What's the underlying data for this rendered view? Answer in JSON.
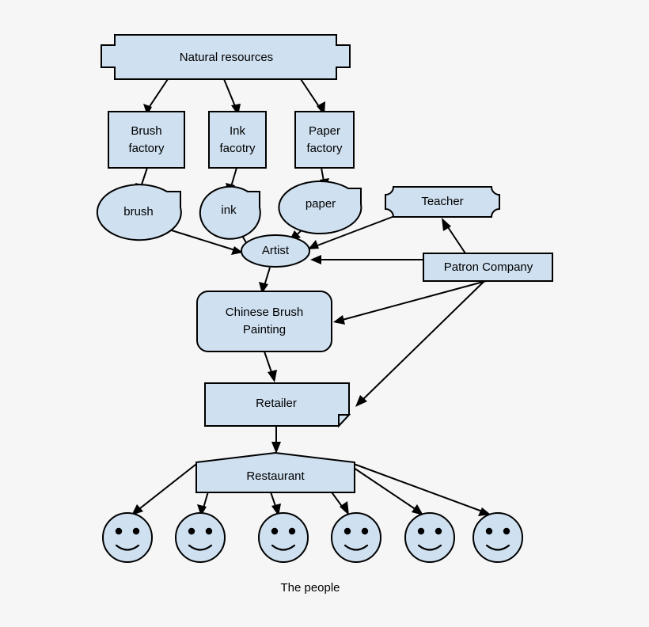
{
  "diagram": {
    "title": "Chinese Brush Painting supply chain flowchart",
    "background_color": "#f6f6f6",
    "node_fill_color": "#cfe0f0",
    "node_stroke_color": "#000000",
    "edge_color": "#000000",
    "caption": "The people",
    "nodes": [
      {
        "id": "natural_resources",
        "label": "Natural resources",
        "shape": "component-tabbed"
      },
      {
        "id": "brush_factory",
        "label_line1": "Brush",
        "label_line2": "factory",
        "shape": "rect"
      },
      {
        "id": "ink_factory",
        "label_line1": "Ink",
        "label_line2": "facotry",
        "shape": "rect"
      },
      {
        "id": "paper_factory",
        "label_line1": "Paper",
        "label_line2": "factory",
        "shape": "rect"
      },
      {
        "id": "brush",
        "label": "brush",
        "shape": "ellipse-clipped"
      },
      {
        "id": "ink",
        "label": "ink",
        "shape": "ellipse-clipped"
      },
      {
        "id": "paper",
        "label": "paper",
        "shape": "ellipse-clipped"
      },
      {
        "id": "teacher",
        "label": "Teacher",
        "shape": "msquare"
      },
      {
        "id": "artist",
        "label": "Artist",
        "shape": "ellipse"
      },
      {
        "id": "patron_company",
        "label": "Patron Company",
        "shape": "rect"
      },
      {
        "id": "chinese_brush_painting",
        "label_line1": "Chinese Brush",
        "label_line2": "Painting",
        "shape": "rounded-rect"
      },
      {
        "id": "retailer",
        "label": "Retailer",
        "shape": "note-folded"
      },
      {
        "id": "restaurant",
        "label": "Restaurant",
        "shape": "house"
      },
      {
        "id": "person_1",
        "label": "",
        "shape": "smiley"
      },
      {
        "id": "person_2",
        "label": "",
        "shape": "smiley"
      },
      {
        "id": "person_3",
        "label": "",
        "shape": "smiley"
      },
      {
        "id": "person_4",
        "label": "",
        "shape": "smiley"
      },
      {
        "id": "person_5",
        "label": "",
        "shape": "smiley"
      },
      {
        "id": "person_6",
        "label": "",
        "shape": "smiley"
      }
    ],
    "edges": [
      {
        "from": "natural_resources",
        "to": "brush_factory"
      },
      {
        "from": "natural_resources",
        "to": "ink_factory"
      },
      {
        "from": "natural_resources",
        "to": "paper_factory"
      },
      {
        "from": "brush_factory",
        "to": "brush"
      },
      {
        "from": "ink_factory",
        "to": "ink"
      },
      {
        "from": "paper_factory",
        "to": "paper"
      },
      {
        "from": "brush",
        "to": "artist"
      },
      {
        "from": "ink",
        "to": "artist"
      },
      {
        "from": "paper",
        "to": "artist"
      },
      {
        "from": "teacher",
        "to": "artist"
      },
      {
        "from": "patron_company",
        "to": "teacher"
      },
      {
        "from": "patron_company",
        "to": "artist"
      },
      {
        "from": "patron_company",
        "to": "chinese_brush_painting"
      },
      {
        "from": "patron_company",
        "to": "retailer"
      },
      {
        "from": "artist",
        "to": "chinese_brush_painting"
      },
      {
        "from": "chinese_brush_painting",
        "to": "retailer"
      },
      {
        "from": "retailer",
        "to": "restaurant"
      },
      {
        "from": "restaurant",
        "to": "person_1"
      },
      {
        "from": "restaurant",
        "to": "person_2"
      },
      {
        "from": "restaurant",
        "to": "person_3"
      },
      {
        "from": "restaurant",
        "to": "person_4"
      },
      {
        "from": "restaurant",
        "to": "person_5"
      },
      {
        "from": "restaurant",
        "to": "person_6"
      }
    ]
  }
}
